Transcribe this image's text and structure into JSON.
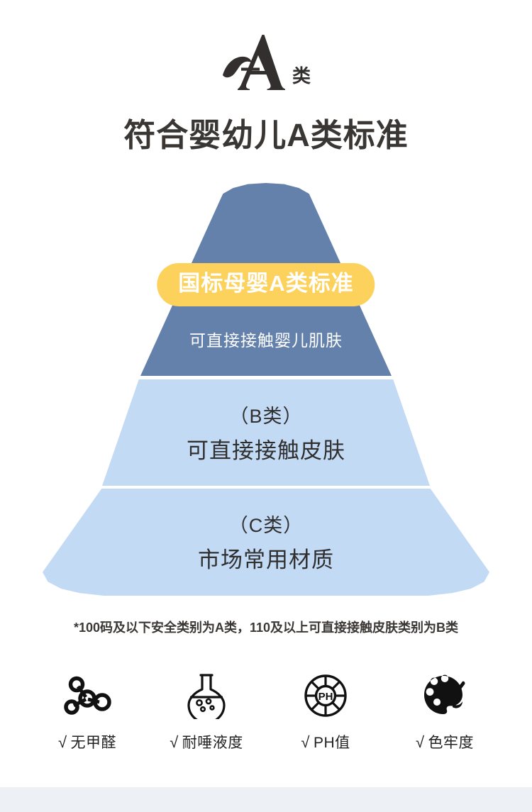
{
  "logo": {
    "mark_icon": "stylized-a-leaf-icon",
    "mark_letter": "A",
    "suffix": "类"
  },
  "headline": "符合婴幼儿A类标准",
  "pyramid": {
    "tiers": [
      {
        "id": "tier-a",
        "badge": "国标母婴A类标准",
        "subtitle": "可直接接触婴儿肌肤",
        "fill": "#6481ac",
        "badge_fill": "#fcd15c",
        "badge_text_color": "#ffffff"
      },
      {
        "id": "tier-b",
        "line1": "（B类）",
        "line2": "可直接接触皮肤",
        "fill": "#c3daf4"
      },
      {
        "id": "tier-c",
        "line1": "（C类）",
        "line2": "市场常用材质",
        "fill": "#c3daf4"
      }
    ]
  },
  "footnote": "*100码及以下安全类别为A类，110及以上可直接接触皮肤类别为B类",
  "features": [
    {
      "icon": "molecule-icon",
      "check": "√",
      "label": "无甲醛"
    },
    {
      "icon": "flask-icon",
      "check": "√",
      "label": "耐唾液度"
    },
    {
      "icon": "ph-wheel-icon",
      "check": "√",
      "label": "PH值"
    },
    {
      "icon": "palette-icon",
      "check": "√",
      "label": "色牢度"
    }
  ],
  "bottom_strip_color": "#edf1f5"
}
